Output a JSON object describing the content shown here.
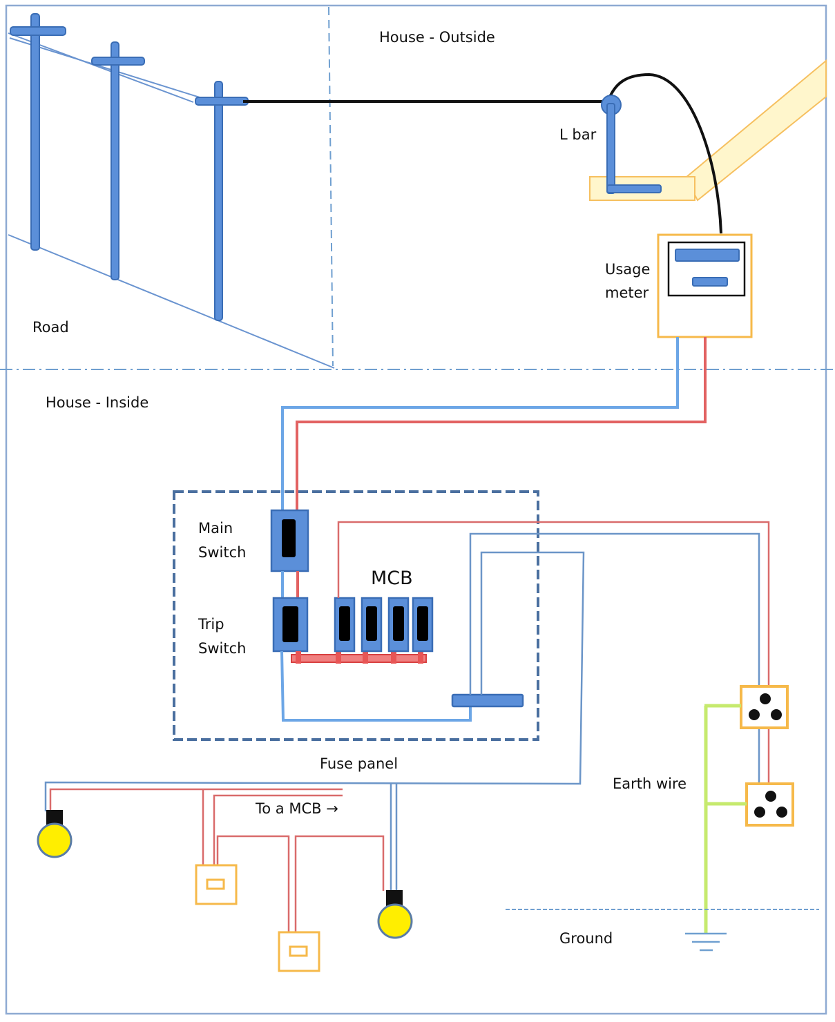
{
  "labels": {
    "house_outside": "House - Outside",
    "l_bar": "L bar",
    "usage_meter_line1": "Usage",
    "usage_meter_line2": "meter",
    "road": "Road",
    "house_inside": "House - Inside",
    "main_switch_line1": "Main",
    "main_switch_line2": "Switch",
    "trip_switch_line1": "Trip",
    "trip_switch_line2": "Switch",
    "mcb": "MCB",
    "fuse_panel": "Fuse panel",
    "to_a_mcb": "To a MCB →",
    "earth_wire": "Earth wire",
    "ground": "Ground"
  },
  "colors": {
    "border": "#8eaad2",
    "pole_fill": "#5b8fd9",
    "pole_stroke": "#3a6db5",
    "neutral_wire": "#6ca6e6",
    "live_wire": "#e26262",
    "service_wire": "#111111",
    "earth_wire": "#c6ea6e",
    "orange_box": "#f6b94a",
    "bulb": "#ffee00",
    "panel_dash": "#4a6f9f",
    "red_bar": "#e85555"
  }
}
